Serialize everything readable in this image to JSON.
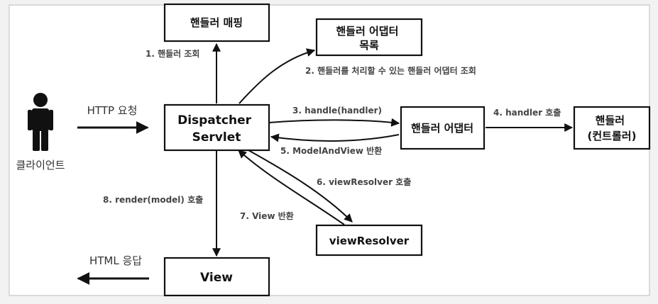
{
  "diagram": {
    "nodes": {
      "handler_mapping": {
        "lines": [
          "핸들러 매핑"
        ]
      },
      "handler_adapter_list": {
        "lines": [
          "핸들러 어댑터",
          "목록"
        ]
      },
      "dispatcher_servlet": {
        "lines": [
          "Dispatcher",
          "Servlet"
        ]
      },
      "handler_adapter": {
        "lines": [
          "핸들러 어댑터"
        ]
      },
      "handler_controller": {
        "lines": [
          "핸들러",
          "(컨트롤러)"
        ]
      },
      "view_resolver": {
        "lines": [
          "viewResolver"
        ]
      },
      "view": {
        "lines": [
          "View"
        ]
      }
    },
    "client": {
      "label": "클라이언트"
    },
    "labels": {
      "http_request": "HTTP 요청",
      "html_response": "HTML 응답",
      "step1": "1. 핸들러 조회",
      "step2": "2. 핸들러를 처리할 수 있는 핸들러 어댑터 조회",
      "step3": "3. handle(handler)",
      "step4": "4. handler 호출",
      "step5": "5. ModelAndView 반환",
      "step6": "6. viewResolver 호출",
      "step7": "7. View 반환",
      "step8": "8. render(model) 호출"
    }
  }
}
